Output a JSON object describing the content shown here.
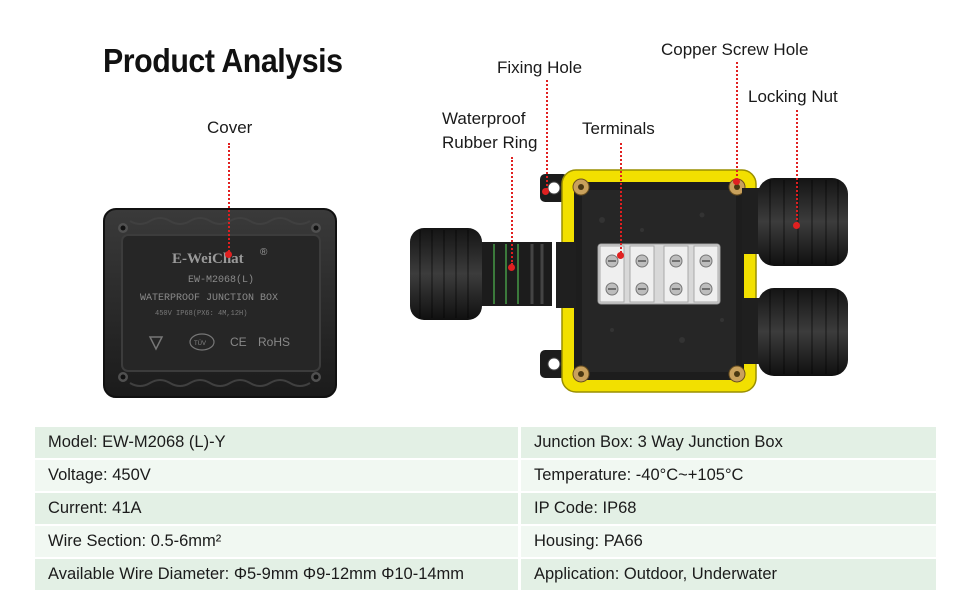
{
  "page": {
    "title": "Product Analysis"
  },
  "callouts": {
    "cover": "Cover",
    "waterproof_ring": [
      "Waterproof",
      "Rubber Ring"
    ],
    "fixing_hole": "Fixing Hole",
    "terminals": "Terminals",
    "copper_screw_hole": "Copper Screw Hole",
    "locking_nut": "Locking Nut"
  },
  "cover_print": {
    "brand": "E-WeiChat",
    "registered": "®",
    "model": "EW-M2068(L)",
    "name": "WATERPROOF JUNCTION BOX",
    "rating": "450V    IP68(PX6: 4M,12H)",
    "ce": "CE",
    "rohs": "RoHS",
    "tuv": "TÜV"
  },
  "specs": [
    {
      "left": "Model: EW-M2068 (L)-Y",
      "right": "Junction Box: 3 Way Junction Box"
    },
    {
      "left": "Voltage: 450V",
      "right": "Temperature: -40°C~+105°C"
    },
    {
      "left": "Current: 41A",
      "right": "IP Code: IP68"
    },
    {
      "left": "Wire Section: 0.5-6mm²",
      "right": "Housing: PA66"
    },
    {
      "left": "Available Wire Diameter: Φ5-9mm  Φ9-12mm  Φ10-14mm",
      "right": "Application: Outdoor, Underwater"
    }
  ],
  "colors": {
    "accent_red": "#e02020",
    "housing_yellow": "#f2e000",
    "table_green": "#e3f0e5"
  }
}
